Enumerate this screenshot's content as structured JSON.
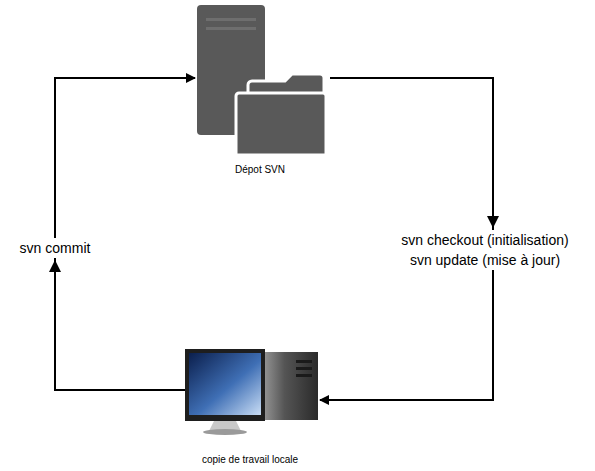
{
  "diagram": {
    "nodes": [
      {
        "text": [
          "Dépot SVN"
        ]
      },
      {
        "text": [
          "copie de travail locale"
        ]
      }
    ],
    "edges": [
      {
        "from": 0,
        "to": 1,
        "label": "svn checkout (initialisation) svn update (mise à jour)",
        "arrow": "to"
      },
      {
        "from": 1,
        "to": 0,
        "label": "svn commit",
        "arrow": "to"
      }
    ]
  }
}
